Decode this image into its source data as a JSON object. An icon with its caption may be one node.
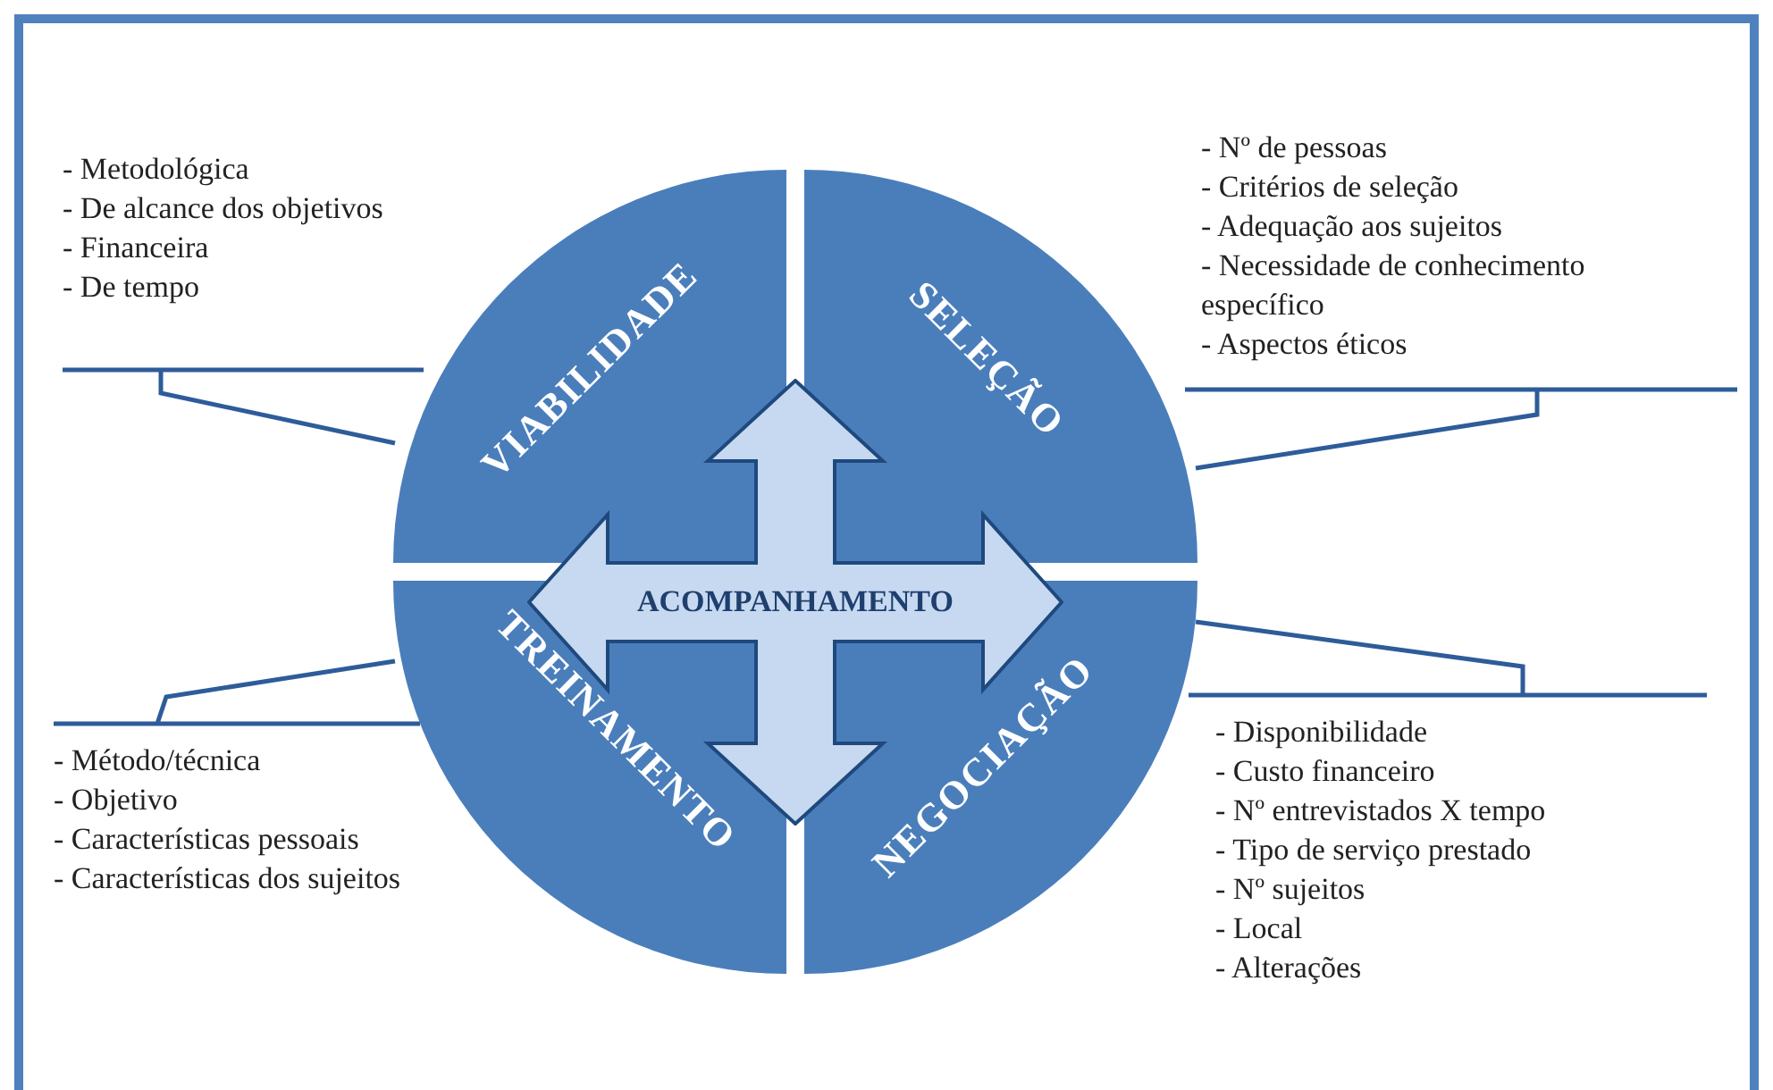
{
  "diagram": {
    "nodes": [
      {
        "text": [
          "VIABILIDADE"
        ]
      },
      {
        "text": [
          "SELEÇÃO"
        ]
      },
      {
        "text": [
          "TREINAMENTO"
        ]
      },
      {
        "text": [
          "NEGOCIAÇÃO"
        ]
      },
      {
        "text": [
          "ACOMPANHAMENTO"
        ]
      },
      {
        "text": [
          "- Metodológica",
          "- De alcance dos objetivos",
          "- Financeira",
          "- De tempo"
        ]
      },
      {
        "text": [
          "- Nº de pessoas",
          "- Critérios de seleção",
          "- Adequação aos sujeitos",
          "- Necessidade de conhecimento específico",
          "- Aspectos éticos"
        ]
      },
      {
        "text": [
          "- Método/técnica",
          "- Objetivo",
          "- Características pessoais",
          "- Características dos sujeitos"
        ]
      },
      {
        "text": [
          "- Disponibilidade",
          "- Custo financeiro",
          "- Nº entrevistados X tempo",
          "- Tipo de serviço prestado",
          "- Nº sujeitos",
          "- Local",
          "- Alterações"
        ]
      }
    ],
    "edges": [
      {
        "from": 5,
        "to": 0,
        "arrow": "none"
      },
      {
        "from": 6,
        "to": 1,
        "arrow": "none"
      },
      {
        "from": 7,
        "to": 2,
        "arrow": "none"
      },
      {
        "from": 8,
        "to": 3,
        "arrow": "none"
      }
    ]
  }
}
